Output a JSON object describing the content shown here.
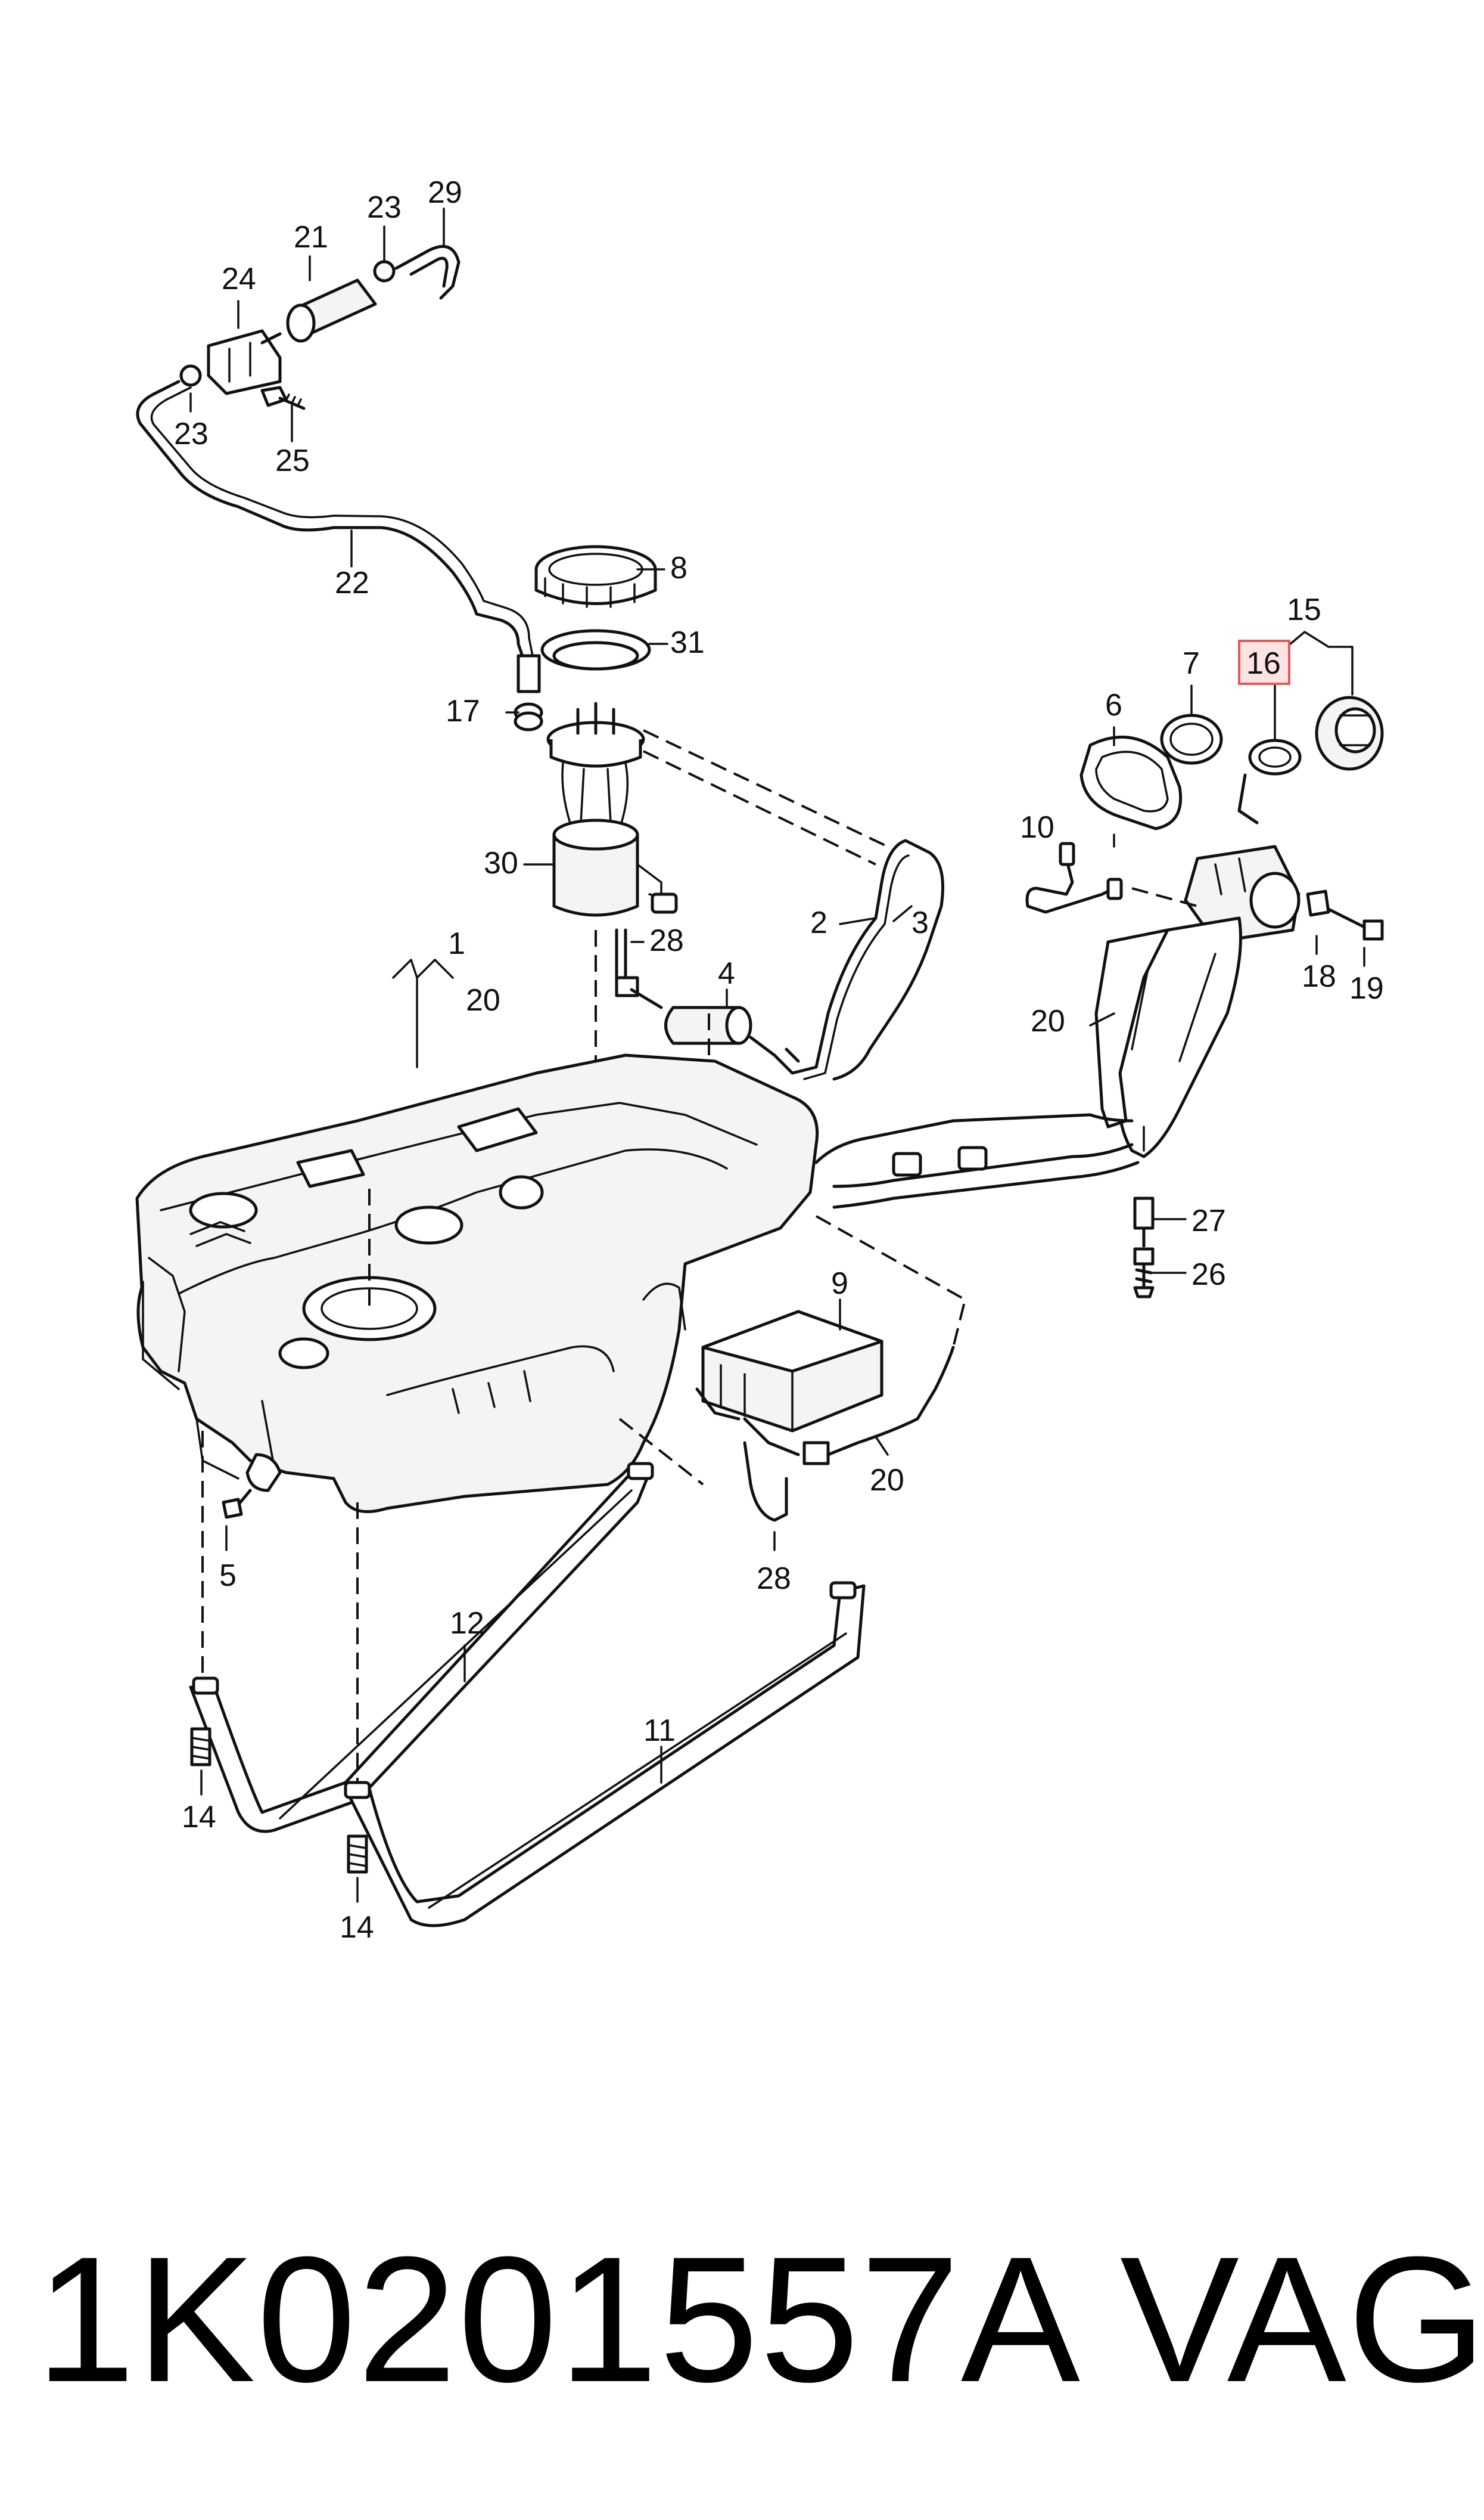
{
  "diagram": {
    "labels": {
      "l1": "1",
      "l2": "2",
      "l3": "3",
      "l4": "4",
      "l5": "5",
      "l6": "6",
      "l7": "7",
      "l8": "8",
      "l9": "9",
      "l10": "10",
      "l11": "11",
      "l12": "12",
      "l14a": "14",
      "l14b": "14",
      "l15": "15",
      "l16": "16",
      "l17": "17",
      "l18": "18",
      "l19": "19",
      "l20a": "20",
      "l20b": "20",
      "l20c": "20",
      "l21": "21",
      "l22": "22",
      "l23a": "23",
      "l23b": "23",
      "l24": "24",
      "l25": "25",
      "l26": "26",
      "l27": "27",
      "l28a": "28",
      "l28b": "28",
      "l29": "29",
      "l30": "30",
      "l31": "31"
    },
    "highlighted_label": "16",
    "highlight_color": "#e05a5a"
  },
  "footer": {
    "part_number": "1K0201557A",
    "brand": "VAG"
  }
}
